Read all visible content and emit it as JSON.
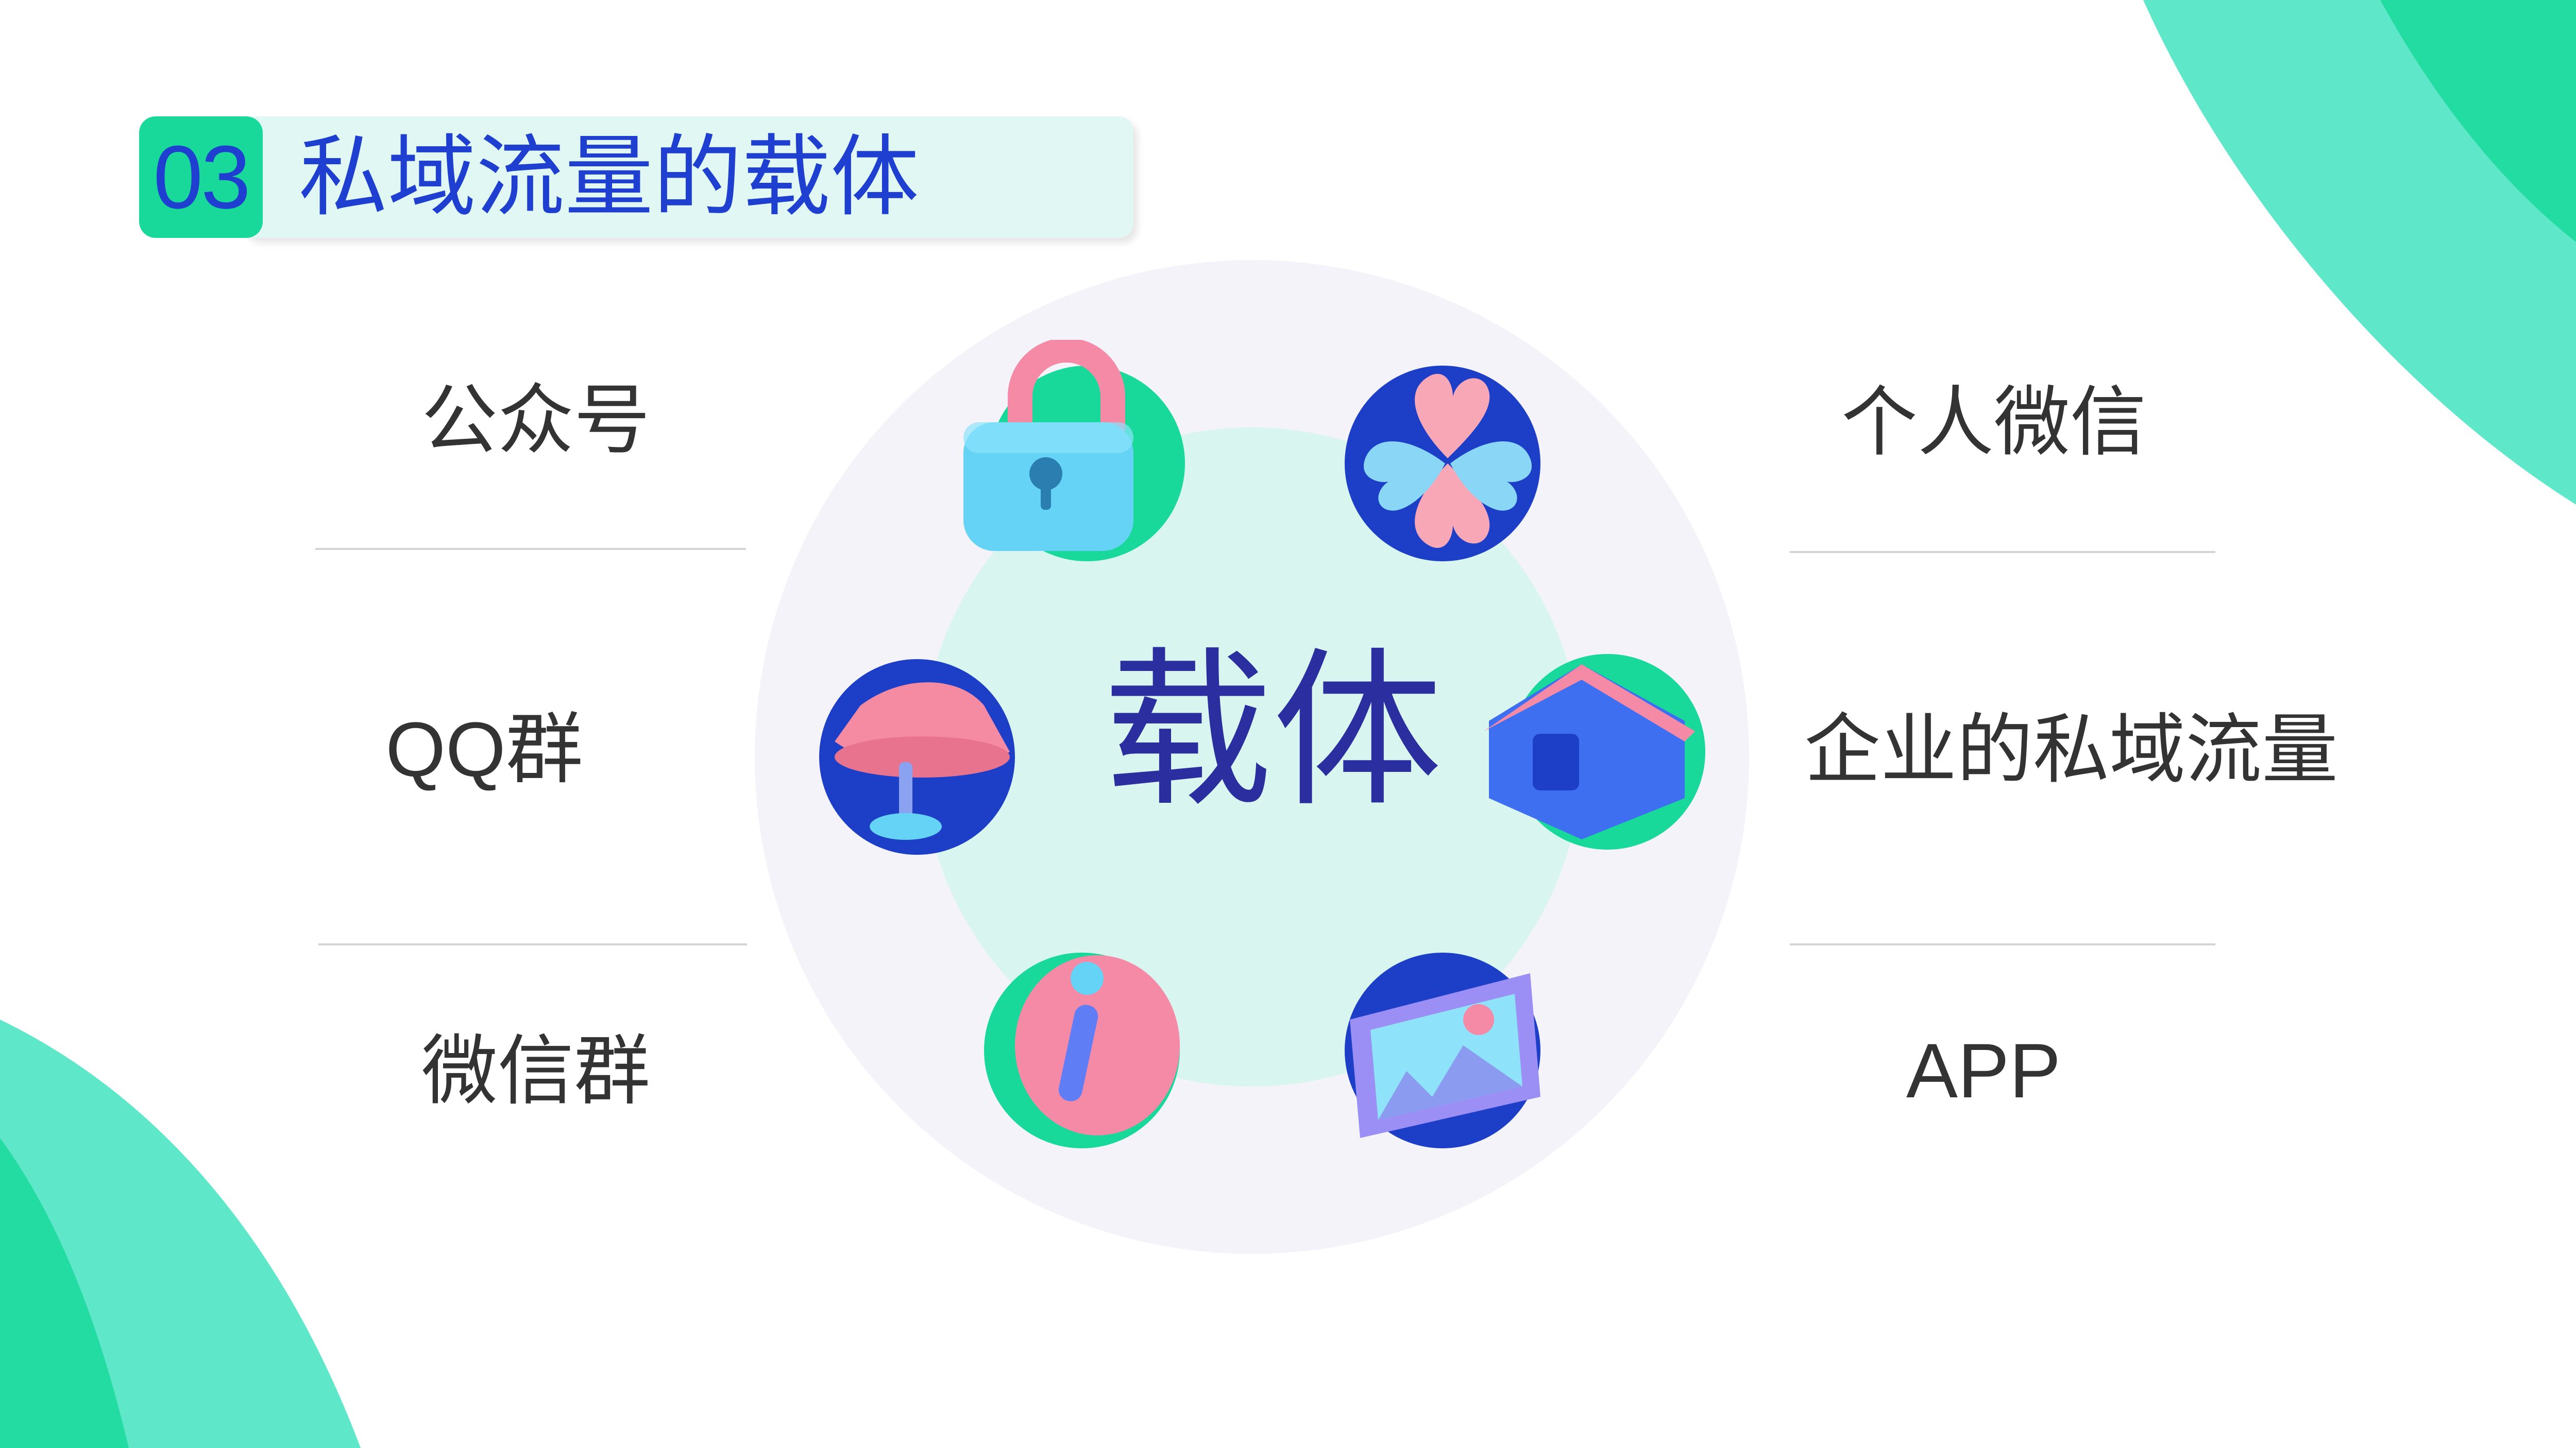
{
  "header": {
    "number": "03",
    "title": "私域流量的载体"
  },
  "center_label": "载体",
  "left_items": [
    {
      "label": "公众号"
    },
    {
      "label": "QQ群"
    },
    {
      "label": "微信群"
    }
  ],
  "right_items": [
    {
      "label": "个人微信"
    },
    {
      "label": "企业的私域流量"
    },
    {
      "label": "APP"
    }
  ],
  "icons": [
    "padlock-icon",
    "clover-icon",
    "lamp-icon",
    "house-icon",
    "info-icon",
    "picture-frame-icon"
  ],
  "colors": {
    "accent_green": "#19d99a",
    "decor_green": "#5ee8c9",
    "title_blue": "#1f3fd1",
    "center_text": "#2a2e9e",
    "outer_circle": "#f3f3f9",
    "inner_circle": "#d9f5ef",
    "icon_disc_blue": "#1d3fc8"
  }
}
